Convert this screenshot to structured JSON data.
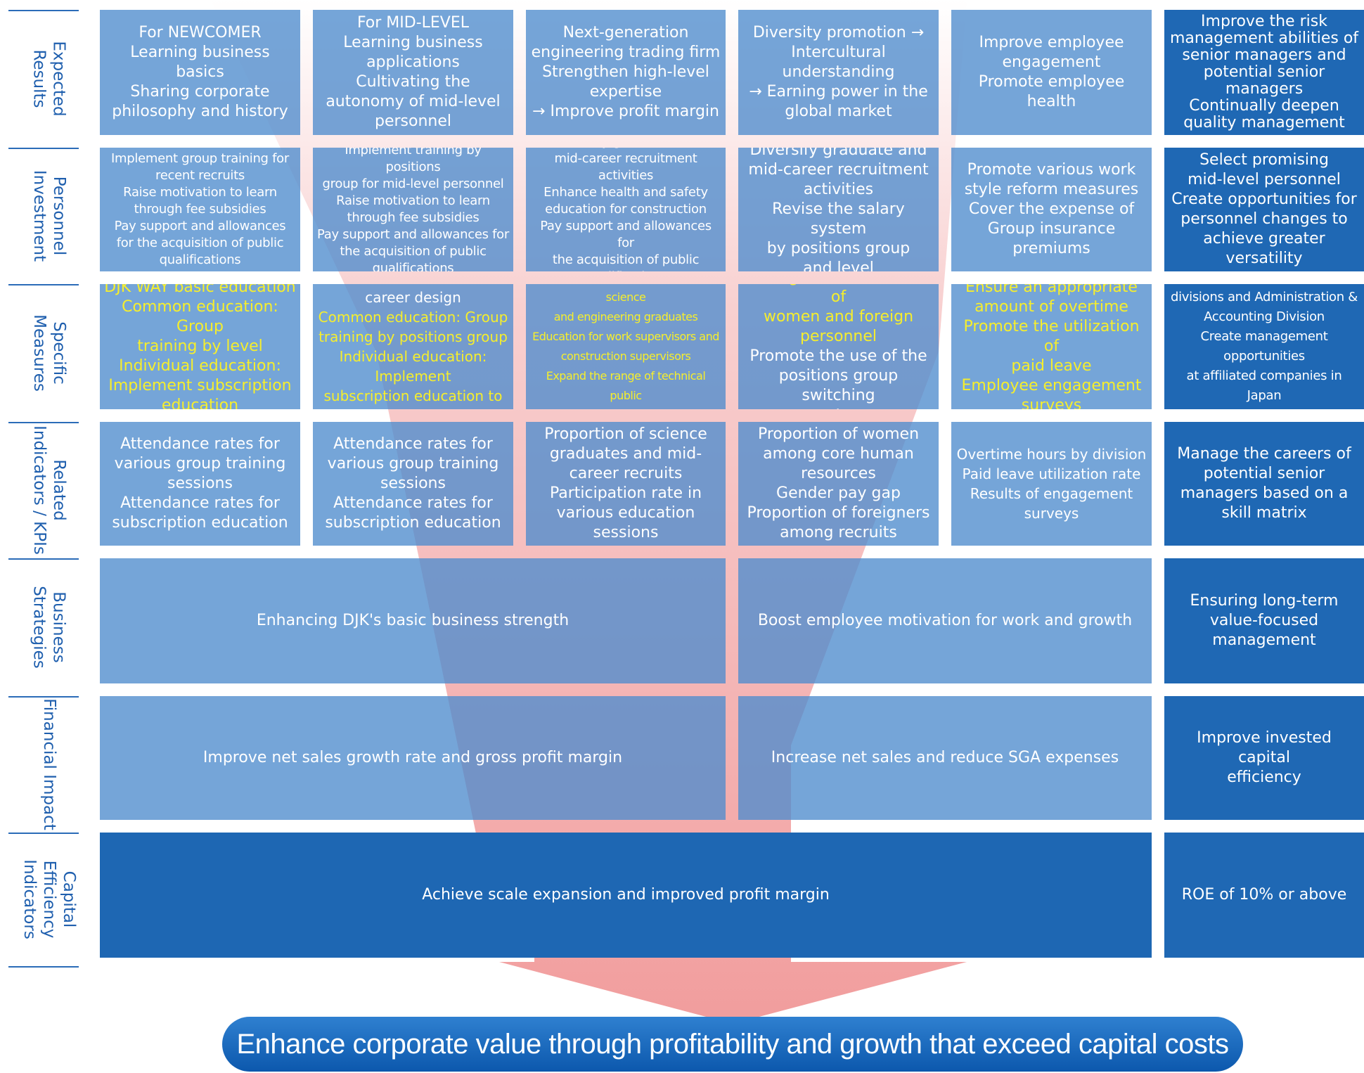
{
  "row_labels": {
    "expected_results": "Expected\nResults",
    "personnel_investment": "Personnel\nInvestment",
    "specific_measures": "Specific\nMeasures",
    "related_indicators": "Related\nIndicators / KPIs",
    "business_strategies": "Business\nStrategies",
    "financial_impact": "Financial Impact",
    "capital_efficiency": "Capital\nEfficiency\nIndicators"
  },
  "expected_results": [
    "For NEWCOMER\nLearning business basics\nSharing corporate\nphilosophy and history",
    "For MID-LEVEL\nLearning business\napplications\nCultivating the\nautonomy of mid-level\npersonnel",
    "Next-generation\nengineering trading firm\nStrengthen high-level\nexpertise\n→ Improve profit margin",
    "Diversity promotion →\nIntercultural\nunderstanding\n→ Earning power in the\nglobal market",
    "Improve employee\nengagement\nPromote employee\nhealth",
    "Improve the risk\nmanagement abilities of\nsenior managers and\npotential senior\nmanagers\nContinually deepen\nquality management"
  ],
  "personnel_investment": [
    "Implement group training for\nrecent recruits\nRaise motivation to learn\nthrough fee subsidies\nPay support and allowances\nfor the acquisition of public\nqualifications",
    "Implement training by positions\ngroup for mid-level personnel\nRaise motivation to learn\nthrough fee subsidies\nPay support and allowances for\nthe acquisition of public\nqualifications",
    "Diversify graduate and\nmid-career recruitment activities\nEnhance health and safety\neducation for construction\nPay support and allowances for\nthe acquisition of public\nqualifications",
    "Diversify graduate and\nmid-career recruitment\nactivities\nRevise the salary system\nby positions group\nand level",
    "Promote various work\nstyle reform measures\nCover the expense of\nGroup insurance\npremiums",
    "Select promising\nmid-level personnel\nCreate opportunities for\npersonnel changes to\nachieve greater\nversatility"
  ],
  "specific_measures": {
    "col1_highlight": "DJK WAY basic education\nCommon education: Group\ntraining by level\nIndividual education:\nImplement subscription\neducation",
    "col2_plain": "Education in line with career design",
    "col2_highlight": "Common education: Group\ntraining by positions group\nIndividual education: Implement\nsubscription education to\nimprove skills",
    "col3_highlight": "Strengthen recruitment of new science\nand engineering graduates\nEducation for work supervisors and\nconstruction supervisors\nExpand the range of technical public\nqualifications eligible for support",
    "col4_highlight": "Strengthen recruitment of\nwomen and foreign\npersonnel",
    "col4_plain": "Promote the use of the\npositions group switching\nsystem",
    "col5_highlight": "Ensure an appropriate\namount of overtime\nPromote the utilization of\npaid leave\nEmployee engagement\nsurveys",
    "col6": "Experience in both business\ndivisions and Administration &\nAccounting Division\nCreate management opportunities\nat affiliated companies in Japan\nand overseas"
  },
  "related_indicators": [
    "Attendance rates for\nvarious group training\nsessions\nAttendance rates for\nsubscription education",
    "Attendance rates for\nvarious group training\nsessions\nAttendance rates for\nsubscription education",
    "Proportion of science\ngraduates and mid-\ncareer recruits\nParticipation rate in\nvarious education\nsessions",
    "Proportion of women\namong core human\nresources\nGender pay gap\nProportion of foreigners\namong recruits",
    "Overtime hours by division\nPaid leave utilization rate\nResults of engagement surveys",
    "Manage the careers of\npotential senior\nmanagers based on a\nskill matrix"
  ],
  "business_strategies": {
    "left": "Enhancing DJK's basic business strength",
    "middle": "Boost employee motivation for work and growth",
    "right": "Ensuring long-term\nvalue-focused\nmanagement"
  },
  "financial_impact": {
    "left": "Improve net sales growth rate and gross profit margin",
    "middle": "Increase net sales and reduce SGA expenses",
    "right": "Improve invested capital\nefficiency"
  },
  "capital_efficiency": {
    "main": "Achieve scale expansion and improved profit margin",
    "right": "ROE of 10% or above"
  },
  "conclusion": "Enhance corporate value through profitability and growth that exceed capital costs",
  "colors": {
    "funnel_pink": "#f4a9a9",
    "light_blue_box": "#4e8ccd",
    "dark_blue_box": "#1e67b3",
    "highlight_yellow": "#f6ee2c",
    "label_blue": "#1f5fae"
  }
}
